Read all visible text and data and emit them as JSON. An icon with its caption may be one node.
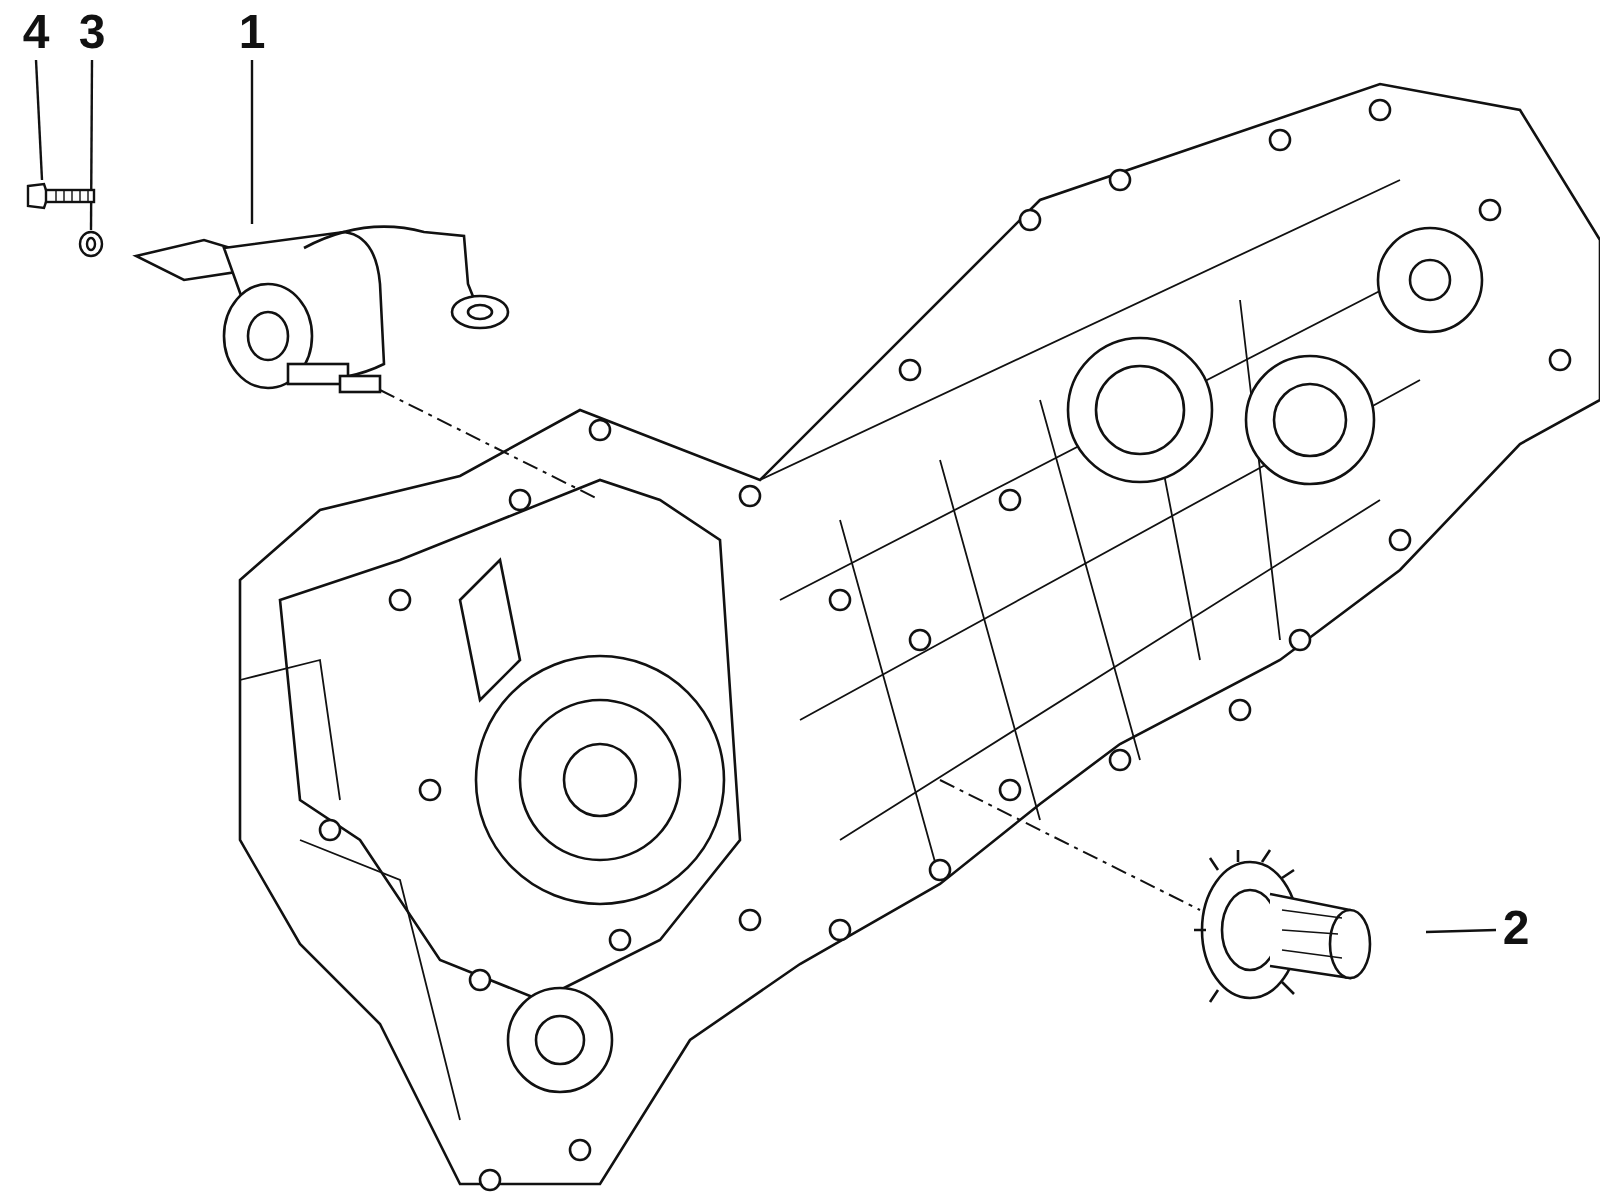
{
  "diagram": {
    "nodes": [
      {
        "text": [
          "4"
        ]
      },
      {
        "text": [
          "3"
        ]
      },
      {
        "text": [
          "1"
        ]
      },
      {
        "text": [],
        "shape": "picture"
      },
      {
        "text": [],
        "shape": "picture"
      },
      {
        "text": [],
        "shape": "picture"
      },
      {
        "text": [
          "2"
        ]
      },
      {
        "text": [],
        "shape": "picture"
      }
    ],
    "edges": [
      {
        "from": 0,
        "to": 3,
        "arrow": "none"
      },
      {
        "from": 1,
        "to": 4,
        "arrow": "none"
      },
      {
        "from": 2,
        "to": 5,
        "arrow": "none"
      },
      {
        "from": 6,
        "to": 7,
        "arrow": "none"
      }
    ]
  }
}
